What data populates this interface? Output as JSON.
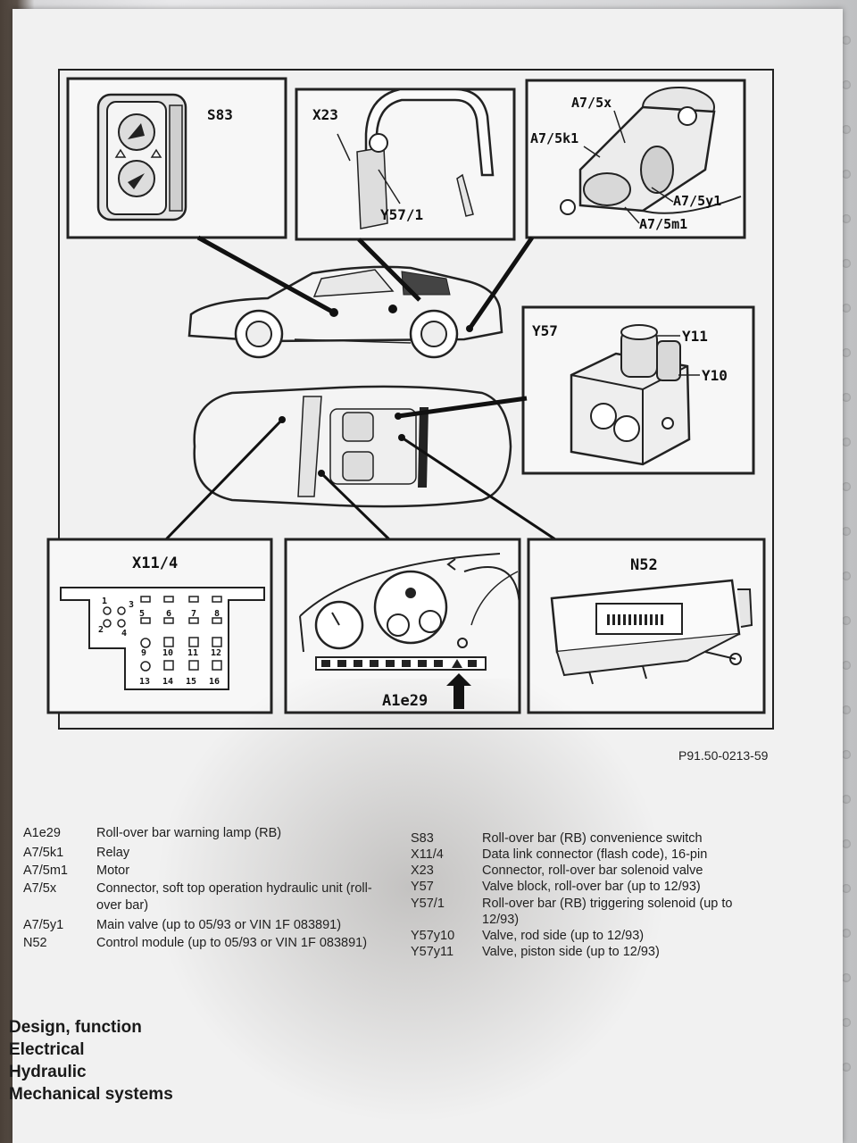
{
  "figure": {
    "code": "P91.50-0213-59",
    "labels": {
      "s83": "S83",
      "x23": "X23",
      "y57_1": "Y57/1",
      "a7_5x": "A7/5x",
      "a7_5k1": "A7/5k1",
      "a7_5y1": "A7/5y1",
      "a7_5m1": "A7/5m1",
      "y57": "Y57",
      "y11": "Y11",
      "y10": "Y10",
      "x11_4": "X11/4",
      "a1e29": "A1e29",
      "n52": "N52"
    },
    "connector_pins": [
      "1",
      "2",
      "3",
      "4",
      "5",
      "6",
      "7",
      "8",
      "9",
      "10",
      "11",
      "12",
      "13",
      "14",
      "15",
      "16"
    ]
  },
  "legend_left": [
    {
      "code": "A1e29",
      "desc": "Roll-over bar warning lamp (RB)"
    },
    {
      "code": "A7/5k1",
      "desc": "Relay"
    },
    {
      "code": "A7/5m1",
      "desc": "Motor"
    },
    {
      "code": "A7/5x",
      "desc": "Connector, soft top operation hydraulic unit (roll-over bar)"
    },
    {
      "code": "A7/5y1",
      "desc": "Main valve (up to 05/93 or VIN 1F 083891)"
    },
    {
      "code": "N52",
      "desc": "Control module (up to 05/93 or VIN 1F 083891)"
    }
  ],
  "legend_right": [
    {
      "code": "S83",
      "desc": "Roll-over bar (RB) convenience switch"
    },
    {
      "code": "X11/4",
      "desc": "Data link connector (flash code), 16-pin"
    },
    {
      "code": "X23",
      "desc": "Connector, roll-over bar solenoid valve"
    },
    {
      "code": "Y57",
      "desc": "Valve block, roll-over bar (up to 12/93)"
    },
    {
      "code": "Y57/1",
      "desc": "Roll-over bar (RB) triggering solenoid (up to 12/93)"
    },
    {
      "code": "Y57y10",
      "desc": "Valve, rod side (up to 12/93)"
    },
    {
      "code": "Y57y11",
      "desc": "Valve, piston side (up to 12/93)"
    }
  ],
  "footer": {
    "line1": "Design, function",
    "line2": "Electrical",
    "line3": "Hydraulic",
    "line4": "Mechanical systems"
  }
}
